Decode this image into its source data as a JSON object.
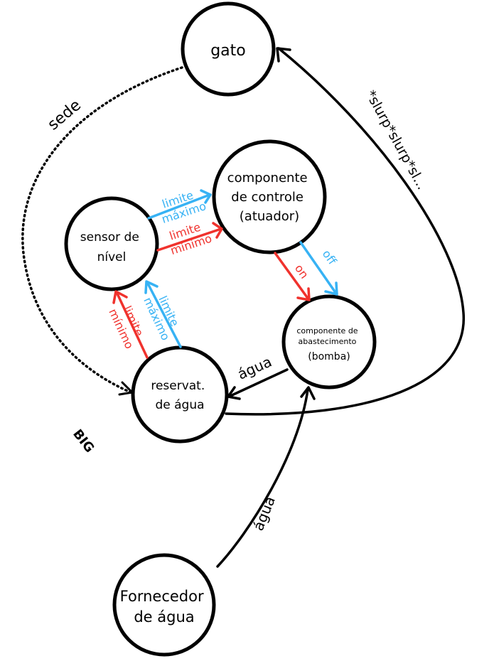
{
  "colors": {
    "black": "#000000",
    "red": "#f0322d",
    "blue": "#37b2f4"
  },
  "nodes": {
    "gato": [
      "gato"
    ],
    "controle": [
      "componente",
      "de controle",
      "(atuador)"
    ],
    "sensor": [
      "sensor de",
      "nível"
    ],
    "bomba": [
      "componente de",
      "abastecimento",
      "(bomba)"
    ],
    "reservatorio": [
      "reservat.",
      "de água"
    ],
    "fornecedor": [
      "Fornecedor",
      "de água"
    ]
  },
  "edges": {
    "sede": "sede",
    "slurp": "*slurp*slurp*sl...",
    "sensor_max": [
      "limite",
      "máximo"
    ],
    "sensor_min": [
      "limite",
      "mínimo"
    ],
    "on": "on",
    "off": "off",
    "bomba_agua": "água",
    "res_max": [
      "limite",
      "máximo"
    ],
    "res_min": [
      "limite",
      "mínimo"
    ],
    "fornecedor_agua": "água"
  },
  "annotation": "BIG"
}
